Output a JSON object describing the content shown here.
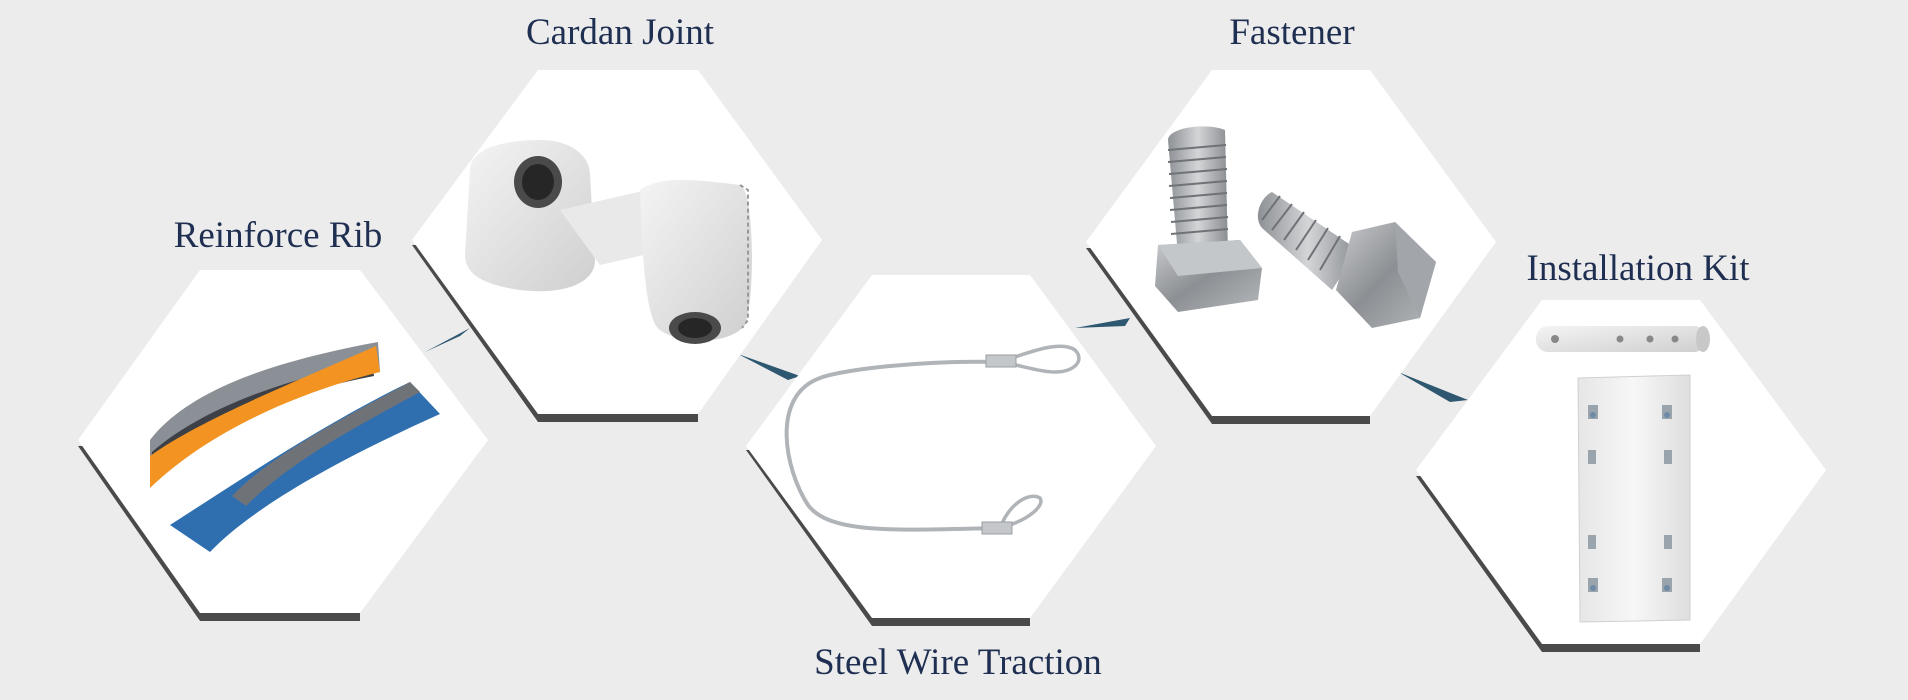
{
  "diagram": {
    "colors": {
      "background": "#ececec",
      "hexagon_fill": "#ffffff",
      "hexagon_shadow": "#4a4a4a",
      "connector": "#2e5770",
      "label_text": "#1f2f52"
    },
    "items": [
      {
        "id": "reinforce-rib",
        "label": "Reinforce Rib",
        "icon": "reinforce-rib-icon"
      },
      {
        "id": "cardan-joint",
        "label": "Cardan Joint",
        "icon": "cardan-joint-icon"
      },
      {
        "id": "steel-wire-traction",
        "label": "Steel Wire Traction",
        "icon": "steel-wire-icon"
      },
      {
        "id": "fastener",
        "label": "Fastener",
        "icon": "bolt-icon"
      },
      {
        "id": "installation-kit",
        "label": "Installation Kit",
        "icon": "installation-kit-icon"
      }
    ]
  }
}
